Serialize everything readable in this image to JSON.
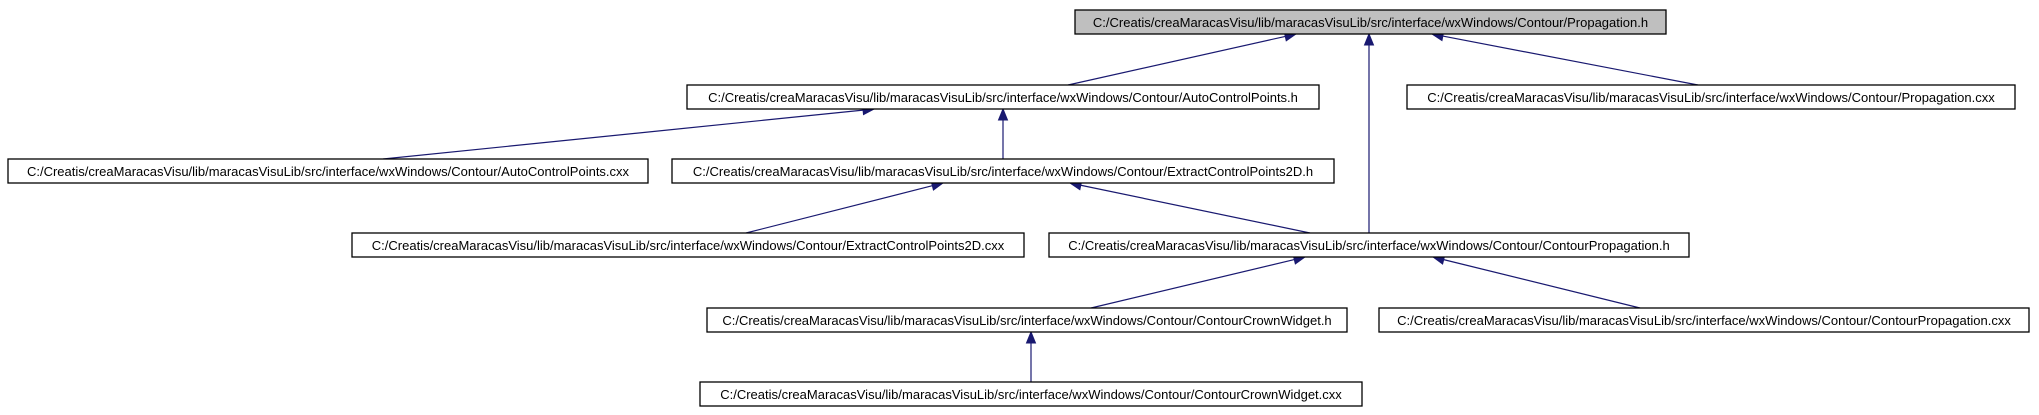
{
  "diagram": {
    "colors": {
      "root_fill": "#bfbfbf",
      "node_fill": "#ffffff",
      "node_border": "#000000",
      "edge": "#191970"
    },
    "nodes": {
      "propagation_h": "C:/Creatis/creaMaracasVisu/lib/maracasVisuLib/src/interface/wxWindows/Contour/Propagation.h",
      "autocontrolpoints_h": "C:/Creatis/creaMaracasVisu/lib/maracasVisuLib/src/interface/wxWindows/Contour/AutoControlPoints.h",
      "propagation_cxx": "C:/Creatis/creaMaracasVisu/lib/maracasVisuLib/src/interface/wxWindows/Contour/Propagation.cxx",
      "autocontrolpoints_cxx": "C:/Creatis/creaMaracasVisu/lib/maracasVisuLib/src/interface/wxWindows/Contour/AutoControlPoints.cxx",
      "extractcontrolpoints2d_h": "C:/Creatis/creaMaracasVisu/lib/maracasVisuLib/src/interface/wxWindows/Contour/ExtractControlPoints2D.h",
      "extractcontrolpoints2d_cxx": "C:/Creatis/creaMaracasVisu/lib/maracasVisuLib/src/interface/wxWindows/Contour/ExtractControlPoints2D.cxx",
      "contourpropagation_h": "C:/Creatis/creaMaracasVisu/lib/maracasVisuLib/src/interface/wxWindows/Contour/ContourPropagation.h",
      "contourcrownwidget_h": "C:/Creatis/creaMaracasVisu/lib/maracasVisuLib/src/interface/wxWindows/Contour/ContourCrownWidget.h",
      "contourpropagation_cxx": "C:/Creatis/creaMaracasVisu/lib/maracasVisuLib/src/interface/wxWindows/Contour/ContourPropagation.cxx",
      "contourcrownwidget_cxx": "C:/Creatis/creaMaracasVisu/lib/maracasVisuLib/src/interface/wxWindows/Contour/ContourCrownWidget.cxx"
    },
    "edges": [
      {
        "from": "autocontrolpoints_h",
        "to": "propagation_h"
      },
      {
        "from": "contourpropagation_h",
        "to": "propagation_h"
      },
      {
        "from": "propagation_cxx",
        "to": "propagation_h"
      },
      {
        "from": "autocontrolpoints_cxx",
        "to": "autocontrolpoints_h"
      },
      {
        "from": "extractcontrolpoints2d_h",
        "to": "autocontrolpoints_h"
      },
      {
        "from": "extractcontrolpoints2d_cxx",
        "to": "extractcontrolpoints2d_h"
      },
      {
        "from": "contourpropagation_h",
        "to": "extractcontrolpoints2d_h"
      },
      {
        "from": "contourcrownwidget_h",
        "to": "contourpropagation_h"
      },
      {
        "from": "contourpropagation_cxx",
        "to": "contourpropagation_h"
      },
      {
        "from": "contourcrownwidget_cxx",
        "to": "contourcrownwidget_h"
      }
    ]
  }
}
